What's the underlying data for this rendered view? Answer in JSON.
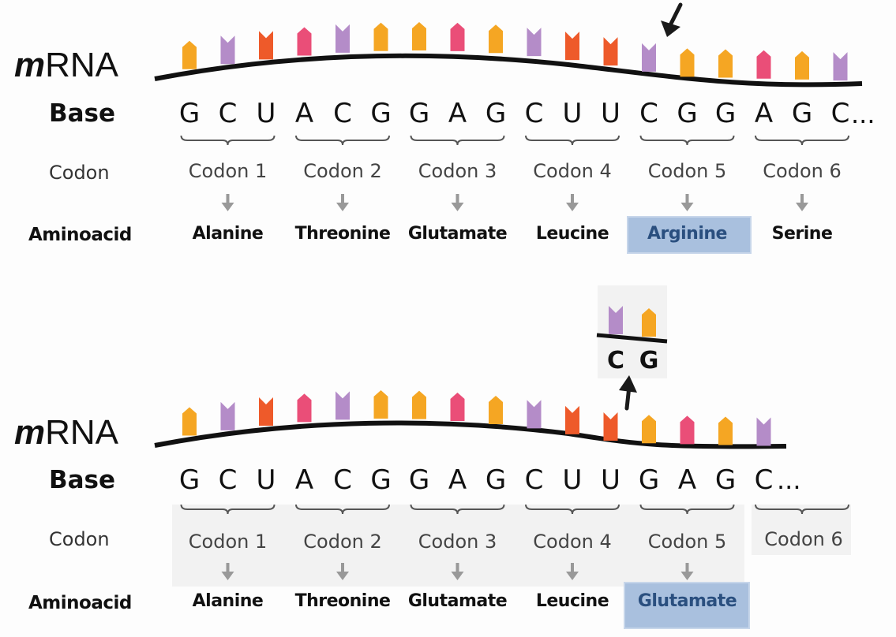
{
  "colors": {
    "orange": "#f5a623",
    "purple": "#b48cc8",
    "red_orange": "#ee5a2a",
    "pink": "#ea4e78",
    "backbone": "#111111",
    "highlight": "#a9c0de",
    "arrow": "#999999"
  },
  "top": {
    "mrna_italic": "m",
    "mrna_rest": "RNA",
    "base_label": "Base",
    "codon_label": "Codon",
    "amino_label": "Aminoacid",
    "bases": [
      "G",
      "C",
      "U",
      "A",
      "C",
      "G",
      "G",
      "A",
      "G",
      "C",
      "U",
      "U",
      "C",
      "G",
      "G",
      "A",
      "G",
      "C"
    ],
    "ellipsis": "...",
    "codons": [
      "Codon 1",
      "Codon 2",
      "Codon 3",
      "Codon 4",
      "Codon 5",
      "Codon 6"
    ],
    "amino_acids": [
      "Alanine",
      "Threonine",
      "Glutamate",
      "Leucine",
      "Arginine",
      "Serine"
    ],
    "highlighted_index": 4,
    "nucleotide_colors": [
      "orange",
      "purple",
      "red_orange",
      "pink",
      "purple",
      "orange",
      "orange",
      "pink",
      "orange",
      "purple",
      "red_orange",
      "red_orange",
      "purple",
      "orange",
      "orange",
      "pink",
      "orange",
      "purple"
    ],
    "arrow_icon": "down-arrow-icon"
  },
  "deleted": {
    "bases": [
      "C",
      "G"
    ],
    "nucleotide_colors": [
      "purple",
      "orange"
    ],
    "arrow_icon": "up-arrow-icon"
  },
  "bottom": {
    "mrna_italic": "m",
    "mrna_rest": "RNA",
    "base_label": "Base",
    "codon_label": "Codon",
    "amino_label": "Aminoacid",
    "bases": [
      "G",
      "C",
      "U",
      "A",
      "C",
      "G",
      "G",
      "A",
      "G",
      "C",
      "U",
      "U",
      "G",
      "A",
      "G",
      "C"
    ],
    "ellipsis": "...",
    "codons": [
      "Codon 1",
      "Codon 2",
      "Codon 3",
      "Codon 4",
      "Codon 5",
      "Codon 6"
    ],
    "amino_acids": [
      "Alanine",
      "Threonine",
      "Glutamate",
      "Leucine",
      "Glutamate"
    ],
    "highlighted_index": 4,
    "nucleotide_colors": [
      "orange",
      "purple",
      "red_orange",
      "pink",
      "purple",
      "orange",
      "orange",
      "pink",
      "orange",
      "purple",
      "red_orange",
      "red_orange",
      "orange",
      "pink",
      "orange",
      "purple"
    ]
  }
}
